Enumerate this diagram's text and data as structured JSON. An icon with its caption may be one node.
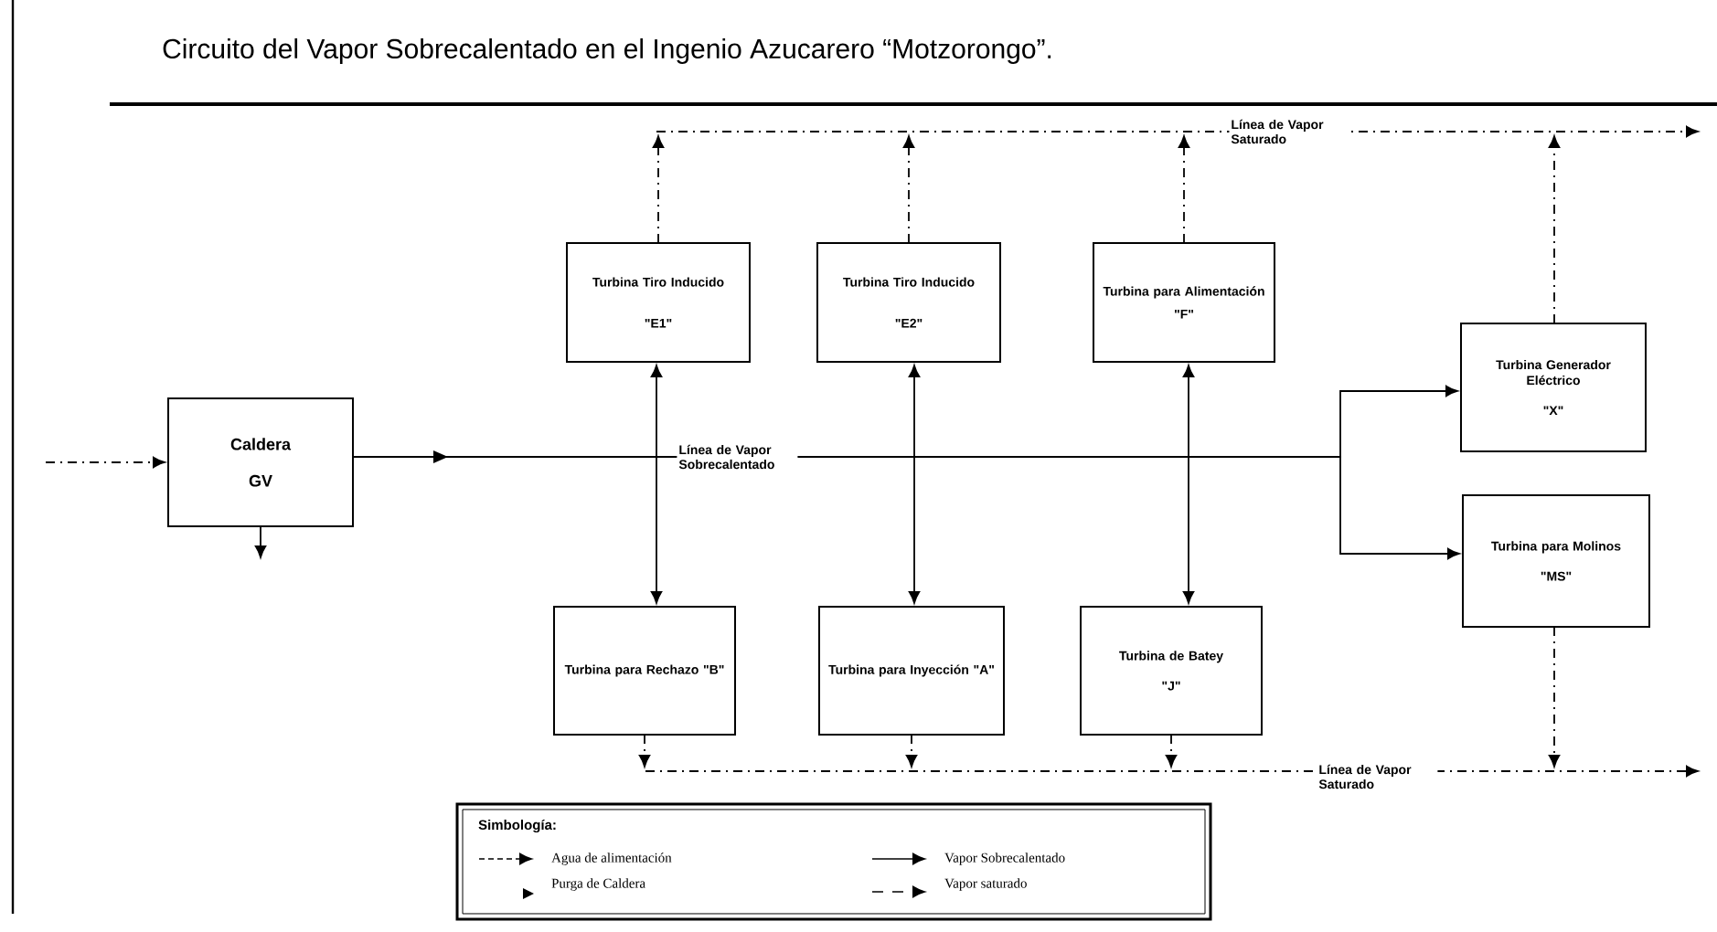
{
  "diagram": {
    "title": "Circuito del Vapor Sobrecalentado en el Ingenio Azucarero “Motzorongo”.",
    "nodes": [
      {
        "text": [
          "Caldera",
          "GV"
        ]
      },
      {
        "text": [
          "Turbina Tiro Inducido",
          "\"E1\""
        ]
      },
      {
        "text": [
          "Turbina Tiro Inducido",
          "\"E2\""
        ]
      },
      {
        "text": [
          "Turbina para Alimentación",
          "\"F\""
        ]
      },
      {
        "text": [
          "Turbina Generador Eléctrico",
          "\"X\""
        ]
      },
      {
        "text": [
          "Turbina para Rechazo",
          "\"B\""
        ]
      },
      {
        "text": [
          "Turbina para Inyección",
          "\"A\""
        ]
      },
      {
        "text": [
          "Turbina de Batey",
          "\"J\""
        ]
      },
      {
        "text": [
          "Turbina para Molinos",
          "\"MS\""
        ]
      }
    ],
    "edges": [
      {
        "from": null,
        "to": 0,
        "arrow": "to",
        "style": "dashed"
      },
      {
        "from": 0,
        "to": null,
        "arrow": "to"
      },
      {
        "from": 0,
        "to": 1,
        "arrow": "to"
      },
      {
        "from": 0,
        "to": 5,
        "arrow": "to"
      },
      {
        "from": 0,
        "to": 2,
        "arrow": "to"
      },
      {
        "from": 0,
        "to": 6,
        "arrow": "to"
      },
      {
        "from": 0,
        "to": 3,
        "arrow": "to"
      },
      {
        "from": 0,
        "to": 7,
        "arrow": "to"
      },
      {
        "from": 0,
        "to": 4,
        "arrow": "to"
      },
      {
        "from": 0,
        "to": 8,
        "arrow": "to"
      },
      {
        "from": 1,
        "to": null,
        "arrow": "to",
        "style": "dashed"
      },
      {
        "from": 2,
        "to": null,
        "arrow": "to",
        "style": "dashed"
      },
      {
        "from": 3,
        "to": null,
        "arrow": "to",
        "style": "dashed"
      },
      {
        "from": 4,
        "to": null,
        "arrow": "to",
        "style": "dashed"
      },
      {
        "from": 5,
        "to": null,
        "arrow": "to",
        "style": "dashed"
      },
      {
        "from": 6,
        "to": null,
        "arrow": "to",
        "style": "dashed"
      },
      {
        "from": 7,
        "to": null,
        "arrow": "to",
        "style": "dashed"
      },
      {
        "from": 8,
        "to": null,
        "arrow": "to",
        "style": "dashed"
      }
    ],
    "labels": [
      "Línea de Vapor Saturado",
      "Línea de Vapor Sobrecalentado",
      "Línea de Vapor Saturado",
      "Simbología:"
    ],
    "legend": [
      {
        "text": "Agua de alimentación"
      },
      {
        "text": "Vapor Sobrecalentado"
      },
      {
        "text": "Purga de Caldera"
      },
      {
        "text": "Vapor saturado"
      }
    ]
  }
}
